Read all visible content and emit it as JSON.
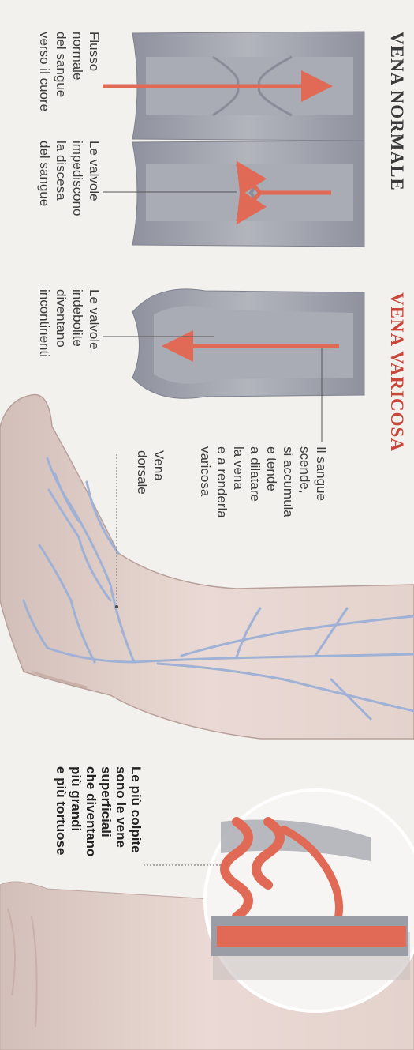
{
  "titles": {
    "normal": "VENA NORMALE",
    "varicose": "VENA VARICOSA"
  },
  "labels": {
    "flow_normal": "Flusso\nnormale\ndel sangue\nverso il cuore",
    "valves_block": "Le valvole\nimpediscono\nla discesa\ndel sangue",
    "valves_weak": "Le valvole\nindebolite\ndiventano\nincontinenti",
    "blood_pools": "Il sangue\nscende,\nsi accumula\ne tende\na dilatare\nla vena\ne a renderla\nvaricosa",
    "dorsal_vein": "Vena\ndorsale",
    "most_affected": "Le più colpite\nsono le vene\nsuperficiali\nche diventano\npiù grandi\ne più tortuose"
  },
  "colors": {
    "vein_wall": "#a7a9b2",
    "vein_dark": "#8e919d",
    "blood_arrow": "#e06a55",
    "skin": "#e6d7d2",
    "skin_shadow": "#cdb8b2",
    "leg_vein": "#9fb2d6",
    "background": "#f3f1ee"
  }
}
